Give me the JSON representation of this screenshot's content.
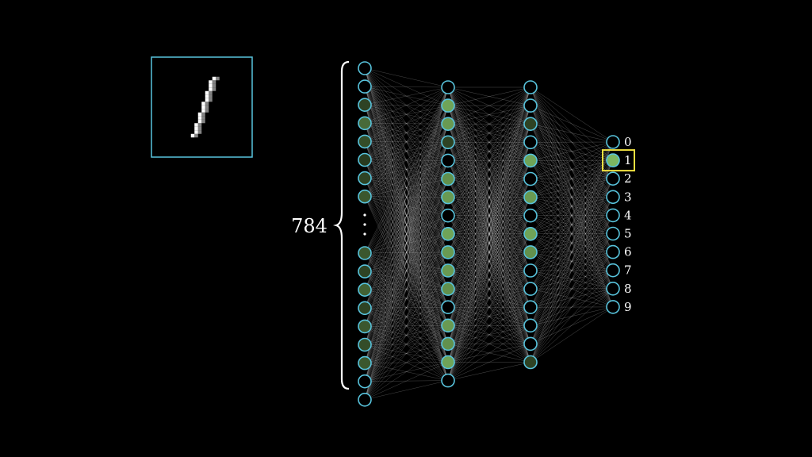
{
  "input_image": {
    "description_name": "handwritten-digit-one",
    "frame_color": "#58c4dd"
  },
  "input_layer": {
    "count_label": "784",
    "top_activations": [
      0.0,
      0.0,
      0.35,
      0.55,
      0.4,
      0.3,
      0.35,
      0.45
    ],
    "bottom_activations": [
      0.45,
      0.35,
      0.5,
      0.35,
      0.45,
      0.4,
      0.45,
      0.0,
      0.0
    ]
  },
  "hidden_layer_1": {
    "activations": [
      0.0,
      0.85,
      0.8,
      0.35,
      0.0,
      0.75,
      0.8,
      0.0,
      0.85,
      0.8,
      0.8,
      0.75,
      0.0,
      0.8,
      0.75,
      0.85,
      0.0
    ]
  },
  "hidden_layer_2": {
    "activations": [
      0.0,
      0.0,
      0.35,
      0.0,
      0.85,
      0.0,
      0.8,
      0.0,
      0.85,
      0.75,
      0.0,
      0.0,
      0.0,
      0.0,
      0.0,
      0.35
    ]
  },
  "output_layer": {
    "labels": [
      "0",
      "1",
      "2",
      "3",
      "4",
      "5",
      "6",
      "7",
      "8",
      "9"
    ],
    "activations": [
      0.0,
      0.95,
      0.0,
      0.0,
      0.0,
      0.0,
      0.0,
      0.0,
      0.0,
      0.0
    ],
    "highlighted_index": 1,
    "highlight_color": "#f0e040"
  },
  "colors": {
    "neuron_stroke": "#58c4dd",
    "neuron_active": "#83c167",
    "connection": "#ffffff",
    "background": "#000000"
  }
}
